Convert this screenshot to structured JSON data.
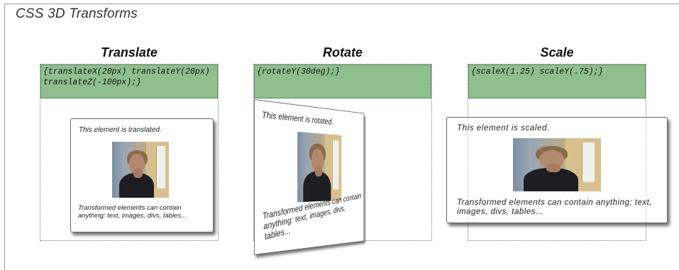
{
  "page": {
    "title": "CSS 3D Transforms"
  },
  "demos": {
    "translate": {
      "title": "Translate",
      "code": "{translateX(20px) translateY(20px)\ntranslateZ(-100px);}",
      "message": "This element is translated.",
      "note": "Transformed elements can contain anything: text, images, divs, tables..."
    },
    "rotate": {
      "title": "Rotate",
      "code": "{rotateY(30deg);}",
      "message": "This element is rotated.",
      "note": "Transformed elements can contain anything: text, images, divs, tables..."
    },
    "scale": {
      "title": "Scale",
      "code": "{scaleX(1.25) scaleY(.75);}",
      "message": "This element is scaled.",
      "note": "Transformed elements can contain anything: text, images, divs, tables..."
    }
  },
  "colors": {
    "code_bar": "#8fbf8f",
    "code_border": "#5f8f5f"
  },
  "icons": {
    "photo": "webcam-photo"
  }
}
